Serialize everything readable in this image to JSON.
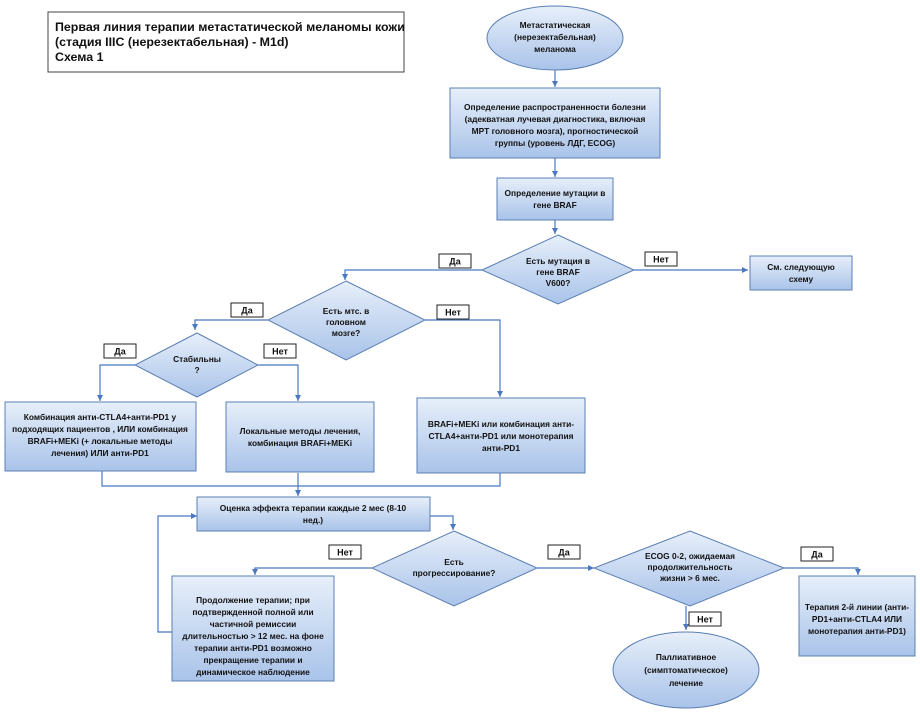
{
  "title": {
    "lines": [
      "Первая линия терапии метастатической меланомы кожи",
      "(стадия IIIC (нерезектабельная) - M1d)",
      "Схема 1"
    ]
  },
  "nodes": {
    "start": [
      "Метастатическая",
      "(нерезектабельная)",
      "меланома"
    ],
    "spread": [
      "Определение распространенности болезни",
      "(адекватная лучевая диагностика, включая",
      "МРТ головного мозга), прогностической",
      "группы (уровень  ЛДГ, ECOG)"
    ],
    "braf_test": [
      "Определение мутации в",
      "гене BRAF"
    ],
    "braf_q": [
      "Есть мутация в",
      "гене BRAF",
      "V600?"
    ],
    "next_scheme": [
      "См. следующую",
      "схему"
    ],
    "brain_q": [
      "Есть мтс. в",
      "головном",
      "мозге?"
    ],
    "stable_q": [
      "Стабильны",
      "?"
    ],
    "combo_stable": [
      "Комбинация анти-CTLA4+анти-PD1 у",
      "подходящих пациентов , ИЛИ комбинация",
      "BRAFi+MEKi (+ локальные методы",
      "лечения) ИЛИ анти-PD1"
    ],
    "local": [
      "Локальные методы лечения,",
      "комбинация BRAFi+MEKi"
    ],
    "no_brain": [
      "BRAFi+MEKi или комбинация анти-",
      "CTLA4+анти-PD1 или монотерапия",
      "анти-PD1"
    ],
    "evaluate": [
      "Оценка эффекта терапии каждые 2 мес (8-10",
      "нед.)"
    ],
    "progress_q": [
      "Есть",
      "прогрессирование?"
    ],
    "continue": [
      "Продолжение терапии; при",
      "подтвержденной полной или",
      "частичной ремиссии",
      "длительностью > 12 мес. на фоне",
      "терапии анти-PD1 возможно",
      "прекращение терапии и",
      "динамическое наблюдение"
    ],
    "ecog_q": [
      "ECOG 0-2, ожидаемая",
      "продолжительность",
      "жизни > 6 мес."
    ],
    "second_line": [
      "Терапия 2-й линии (анти-",
      "PD1+анти-CTLA4 ИЛИ",
      "монотерапия анти-PD1)"
    ],
    "palliative": [
      "Паллиативное",
      "(симптоматическое)",
      "лечение"
    ]
  },
  "labels": {
    "yes": "Да",
    "no": "Нет"
  }
}
